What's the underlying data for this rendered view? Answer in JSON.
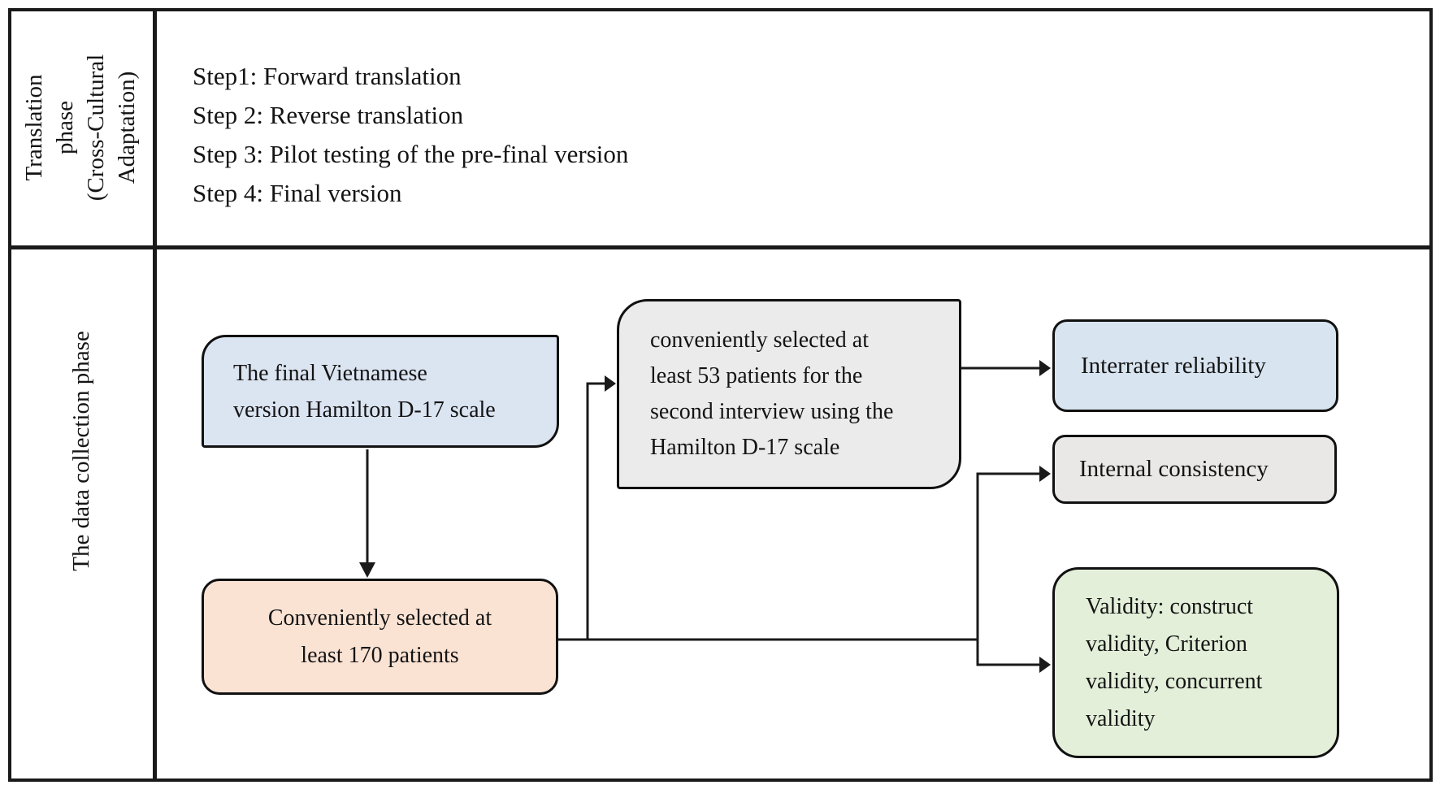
{
  "diagram": {
    "rows": {
      "translation_phase": {
        "label_lines": [
          "Translation",
          "phase",
          "(Cross-Cultural",
          "Adaptation)"
        ],
        "steps": [
          "Step1: Forward translation",
          "Step 2: Reverse translation",
          "Step 3: Pilot testing of the pre-final version",
          "Step 4: Final version"
        ]
      },
      "data_collection": {
        "label": "The data collection phase"
      }
    },
    "boxes": {
      "final_version": {
        "lines": [
          "The final Vietnamese",
          "version Hamilton D-17 scale"
        ],
        "fill": "#dbe4f1"
      },
      "patients_53": {
        "lines": [
          "conveniently selected at",
          "least 53 patients for the",
          "second interview using the",
          "Hamilton D-17 scale"
        ],
        "fill": "#ebebeb"
      },
      "patients_170": {
        "lines": [
          "Conveniently selected at",
          "least 170 patients"
        ],
        "fill": "#fbe3d4"
      },
      "interrater": {
        "label": "Interrater reliability",
        "fill": "#d8e4f0"
      },
      "internal": {
        "label": "Internal consistency",
        "fill": "#e9e8e7"
      },
      "validity": {
        "lines": [
          "Validity: construct",
          "validity, Criterion",
          "validity, concurrent",
          "validity"
        ],
        "fill": "#e3efd9"
      }
    },
    "palette": {
      "border": "#1a1a1a",
      "box_border": "#111111",
      "background": "#ffffff",
      "text": "#141414"
    }
  }
}
